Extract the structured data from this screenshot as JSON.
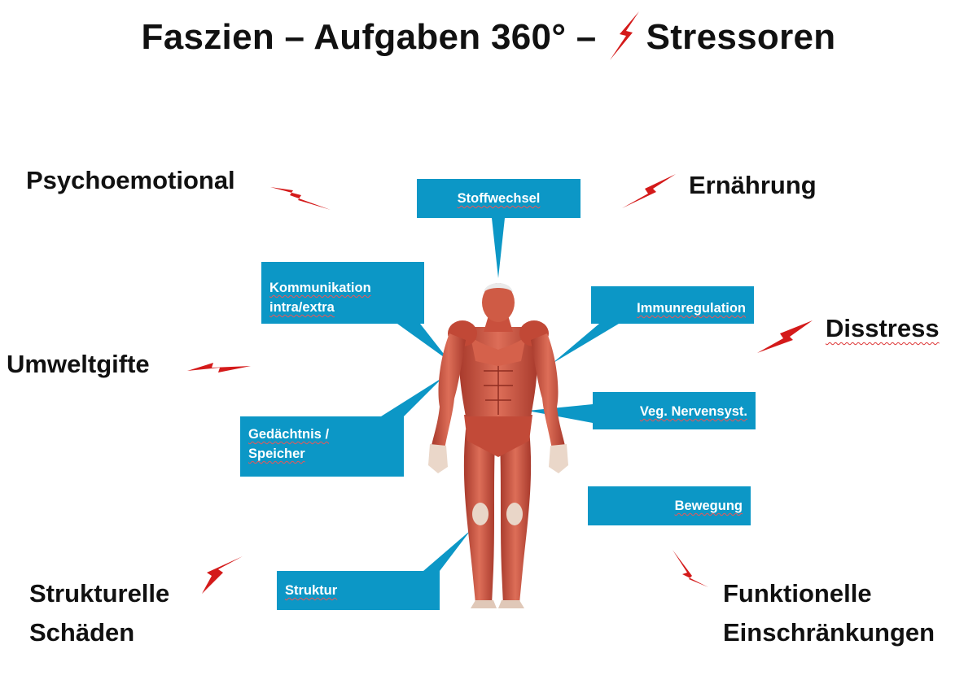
{
  "title": {
    "part1": "Faszien – Aufgaben 360° –",
    "part2": "Stressoren"
  },
  "stressors": {
    "psychoemotional": "Psychoemotional",
    "ernaehrung": "Ernährung",
    "disstress": "Disstress",
    "umweltgifte": "Umweltgifte",
    "strukturelle_line1": "Strukturelle",
    "strukturelle_line2": "Schäden",
    "funktionelle_line1": "Funktionelle",
    "funktionelle_line2": "Einschränkungen"
  },
  "callouts": {
    "stoffwechsel": "Stoffwechsel",
    "kommunikation_line1": "Kommunikation",
    "kommunikation_line2": "intra/extra",
    "immunregulation": "Immunregulation",
    "veg_nervensyst": "Veg. Nervensyst.",
    "gedaechtnis_line1": "Gedächtnis /",
    "gedaechtnis_line2": "Speicher",
    "bewegung": "Bewegung",
    "struktur": "Struktur"
  },
  "colors": {
    "callout": "#0c97c6",
    "bolt": "#d41a1a",
    "muscle": "#c9503d"
  },
  "icons": [
    "lightning-bolt-icon",
    "human-muscle-anatomy-figure"
  ]
}
